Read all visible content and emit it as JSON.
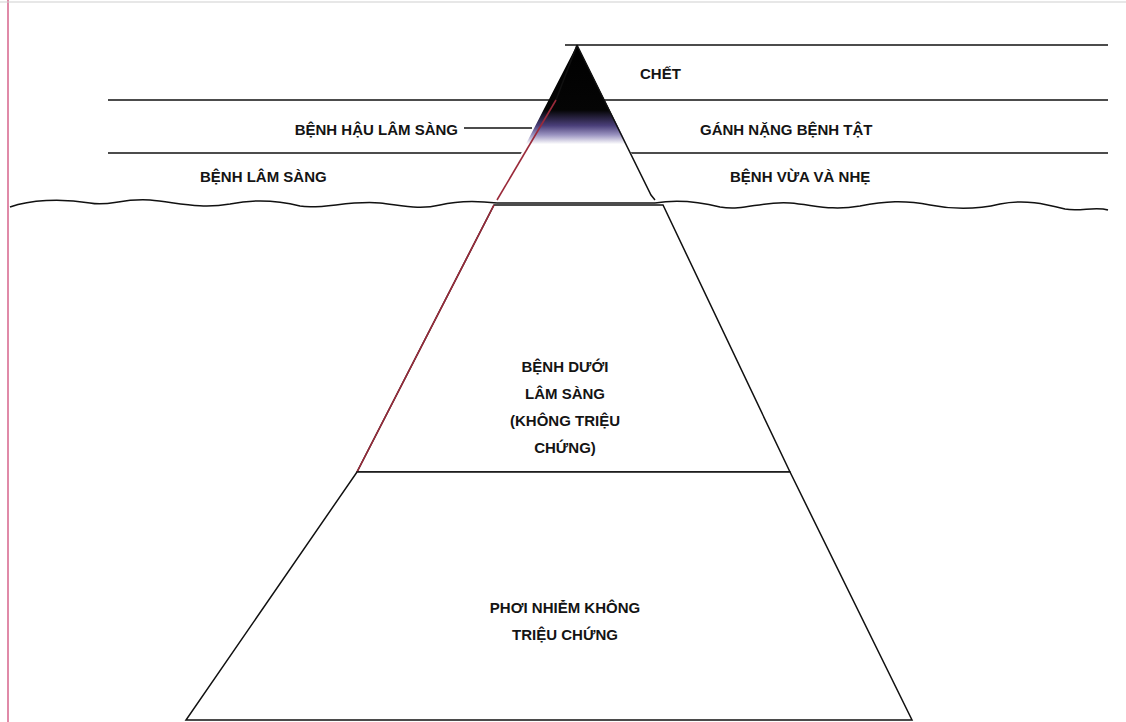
{
  "diagram": {
    "nodes": [
      {
        "text": [
          "BỆNH DƯỚI LÂM SÀNG (KHÔNG TRIỆU CHỨNG)"
        ]
      },
      {
        "text": [
          "PHƠI NHIỄM KHÔNG TRIỆU CHỨNG"
        ]
      }
    ],
    "labels": [
      "CHẾT",
      "BỆNH HẬU LÂM SÀNG",
      "GÁNH NẶNG BỆNH TẬT",
      "BỆNH LÂM SÀNG",
      "BỆNH VỪA VÀ NHẸ"
    ]
  }
}
